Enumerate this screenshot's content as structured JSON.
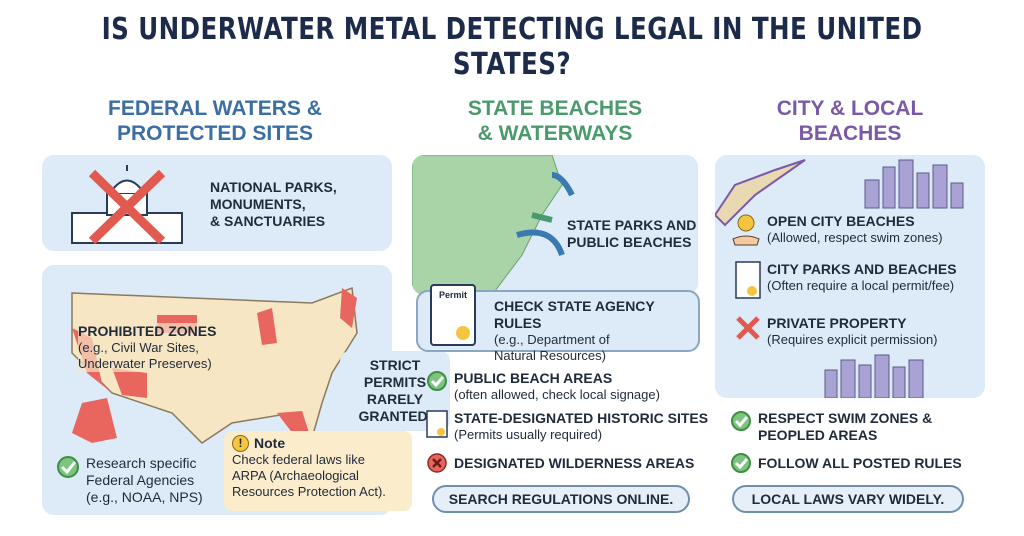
{
  "title": "IS UNDERWATER METAL DETECTING LEGAL IN THE UNITED STATES?",
  "colors": {
    "federal": "#3b6fa3",
    "state": "#4b9a6c",
    "city": "#7a5aa8",
    "panel": "#dcebf7",
    "prohibited": "#e8665e",
    "check": "#4caf50"
  },
  "federal": {
    "header": [
      "FEDERAL WATERS &",
      "PROTECTED SITES"
    ],
    "parks": [
      "NATIONAL PARKS,",
      "MONUMENTS,",
      "& SANCTUARIES"
    ],
    "prohibited": {
      "title": "PROHIBITED ZONES",
      "lines": [
        "(e.g., Civil War Sites,",
        "Underwater Preserves)"
      ]
    },
    "strict": [
      "STRICT",
      "PERMITS",
      "RARELY",
      "GRANTED."
    ],
    "research": [
      "Research specific",
      "Federal Agencies",
      "(e.g., NOAA, NPS)"
    ],
    "note": {
      "title": "Note",
      "lines": [
        "Check federal laws like",
        "ARPA (Archaeological",
        "Resources Protection Act)."
      ]
    }
  },
  "state": {
    "header": [
      "STATE BEACHES",
      "& WATERWAYS"
    ],
    "map_label": [
      "STATE PARKS AND",
      "PUBLIC BEACHES"
    ],
    "permit_word": "Permit",
    "agency": {
      "title": "CHECK STATE AGENCY RULES",
      "lines": [
        "(e.g., Department of",
        "Natural Resources)"
      ]
    },
    "items": [
      {
        "icon": "check-icon",
        "title": "PUBLIC BEACH AREAS",
        "sub": "(often allowed, check local signage)"
      },
      {
        "icon": "permit-icon",
        "title": "STATE-DESIGNATED HISTORIC SITES",
        "sub": "(Permits usually required)"
      },
      {
        "icon": "x-icon",
        "title": "DESIGNATED WILDERNESS AREAS",
        "sub": ""
      }
    ],
    "button": "SEARCH REGULATIONS ONLINE."
  },
  "city": {
    "header": [
      "CITY & LOCAL",
      "BEACHES"
    ],
    "items": [
      {
        "icon": "coin-hand-icon",
        "title": "OPEN CITY BEACHES",
        "sub": "(Allowed, respect swim zones)"
      },
      {
        "icon": "permit-icon",
        "title": "CITY PARKS AND BEACHES",
        "sub": "(Often require a local permit/fee)"
      },
      {
        "icon": "x-icon",
        "title": "PRIVATE PROPERTY",
        "sub": "(Requires explicit permission)"
      }
    ],
    "list": [
      [
        "RESPECT SWIM ZONES &",
        "PEOPLED AREAS"
      ],
      [
        "FOLLOW ALL POSTED RULES"
      ]
    ],
    "button": "LOCAL LAWS VARY WIDELY."
  }
}
